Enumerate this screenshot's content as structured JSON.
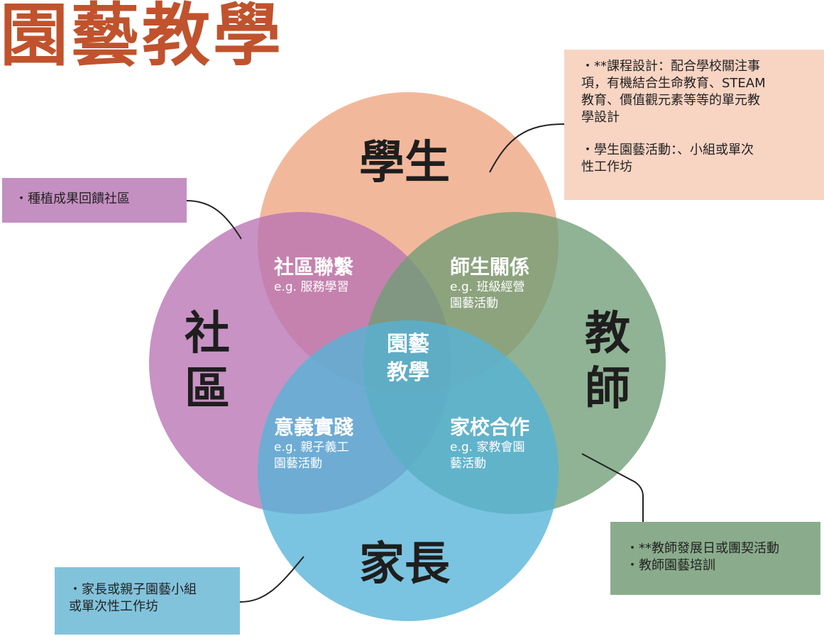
{
  "title": "園藝教學",
  "circles": {
    "student": "學生",
    "community": "社區",
    "teacher": "教師",
    "parent": "家長"
  },
  "overlaps": {
    "community_student": {
      "heading": "社區聯繫",
      "example": "e.g. 服務學習"
    },
    "student_teacher": {
      "heading": "師生關係",
      "example": "e.g. 班級經營\n園藝活動"
    },
    "community_parent": {
      "heading": "意義實踐",
      "example": "e.g. 親子義工\n園藝活動"
    },
    "teacher_parent": {
      "heading": "家校合作",
      "example": "e.g. 家教會園\n藝活動"
    }
  },
  "center": "園藝\n教學",
  "notes": {
    "student": [
      "・**課程設計：配合學校關注事\n項，有機結合生命教育、STEAM\n教育、價值觀元素等等的單元教\n學設計",
      "・學生園藝活動：、小組或單次\n性工作坊"
    ],
    "community": "・種植成果回饋社區",
    "teacher": "・**教師發展日或團契活動\n・教師園藝培訓",
    "parent": "・家長或親子園藝小組\n或單次性工作坊"
  },
  "colors": {
    "title": "#c0532d",
    "student": "#eea47f",
    "community": "#b873b4",
    "teacher": "#6f9d76",
    "parent": "#55b4d9"
  }
}
